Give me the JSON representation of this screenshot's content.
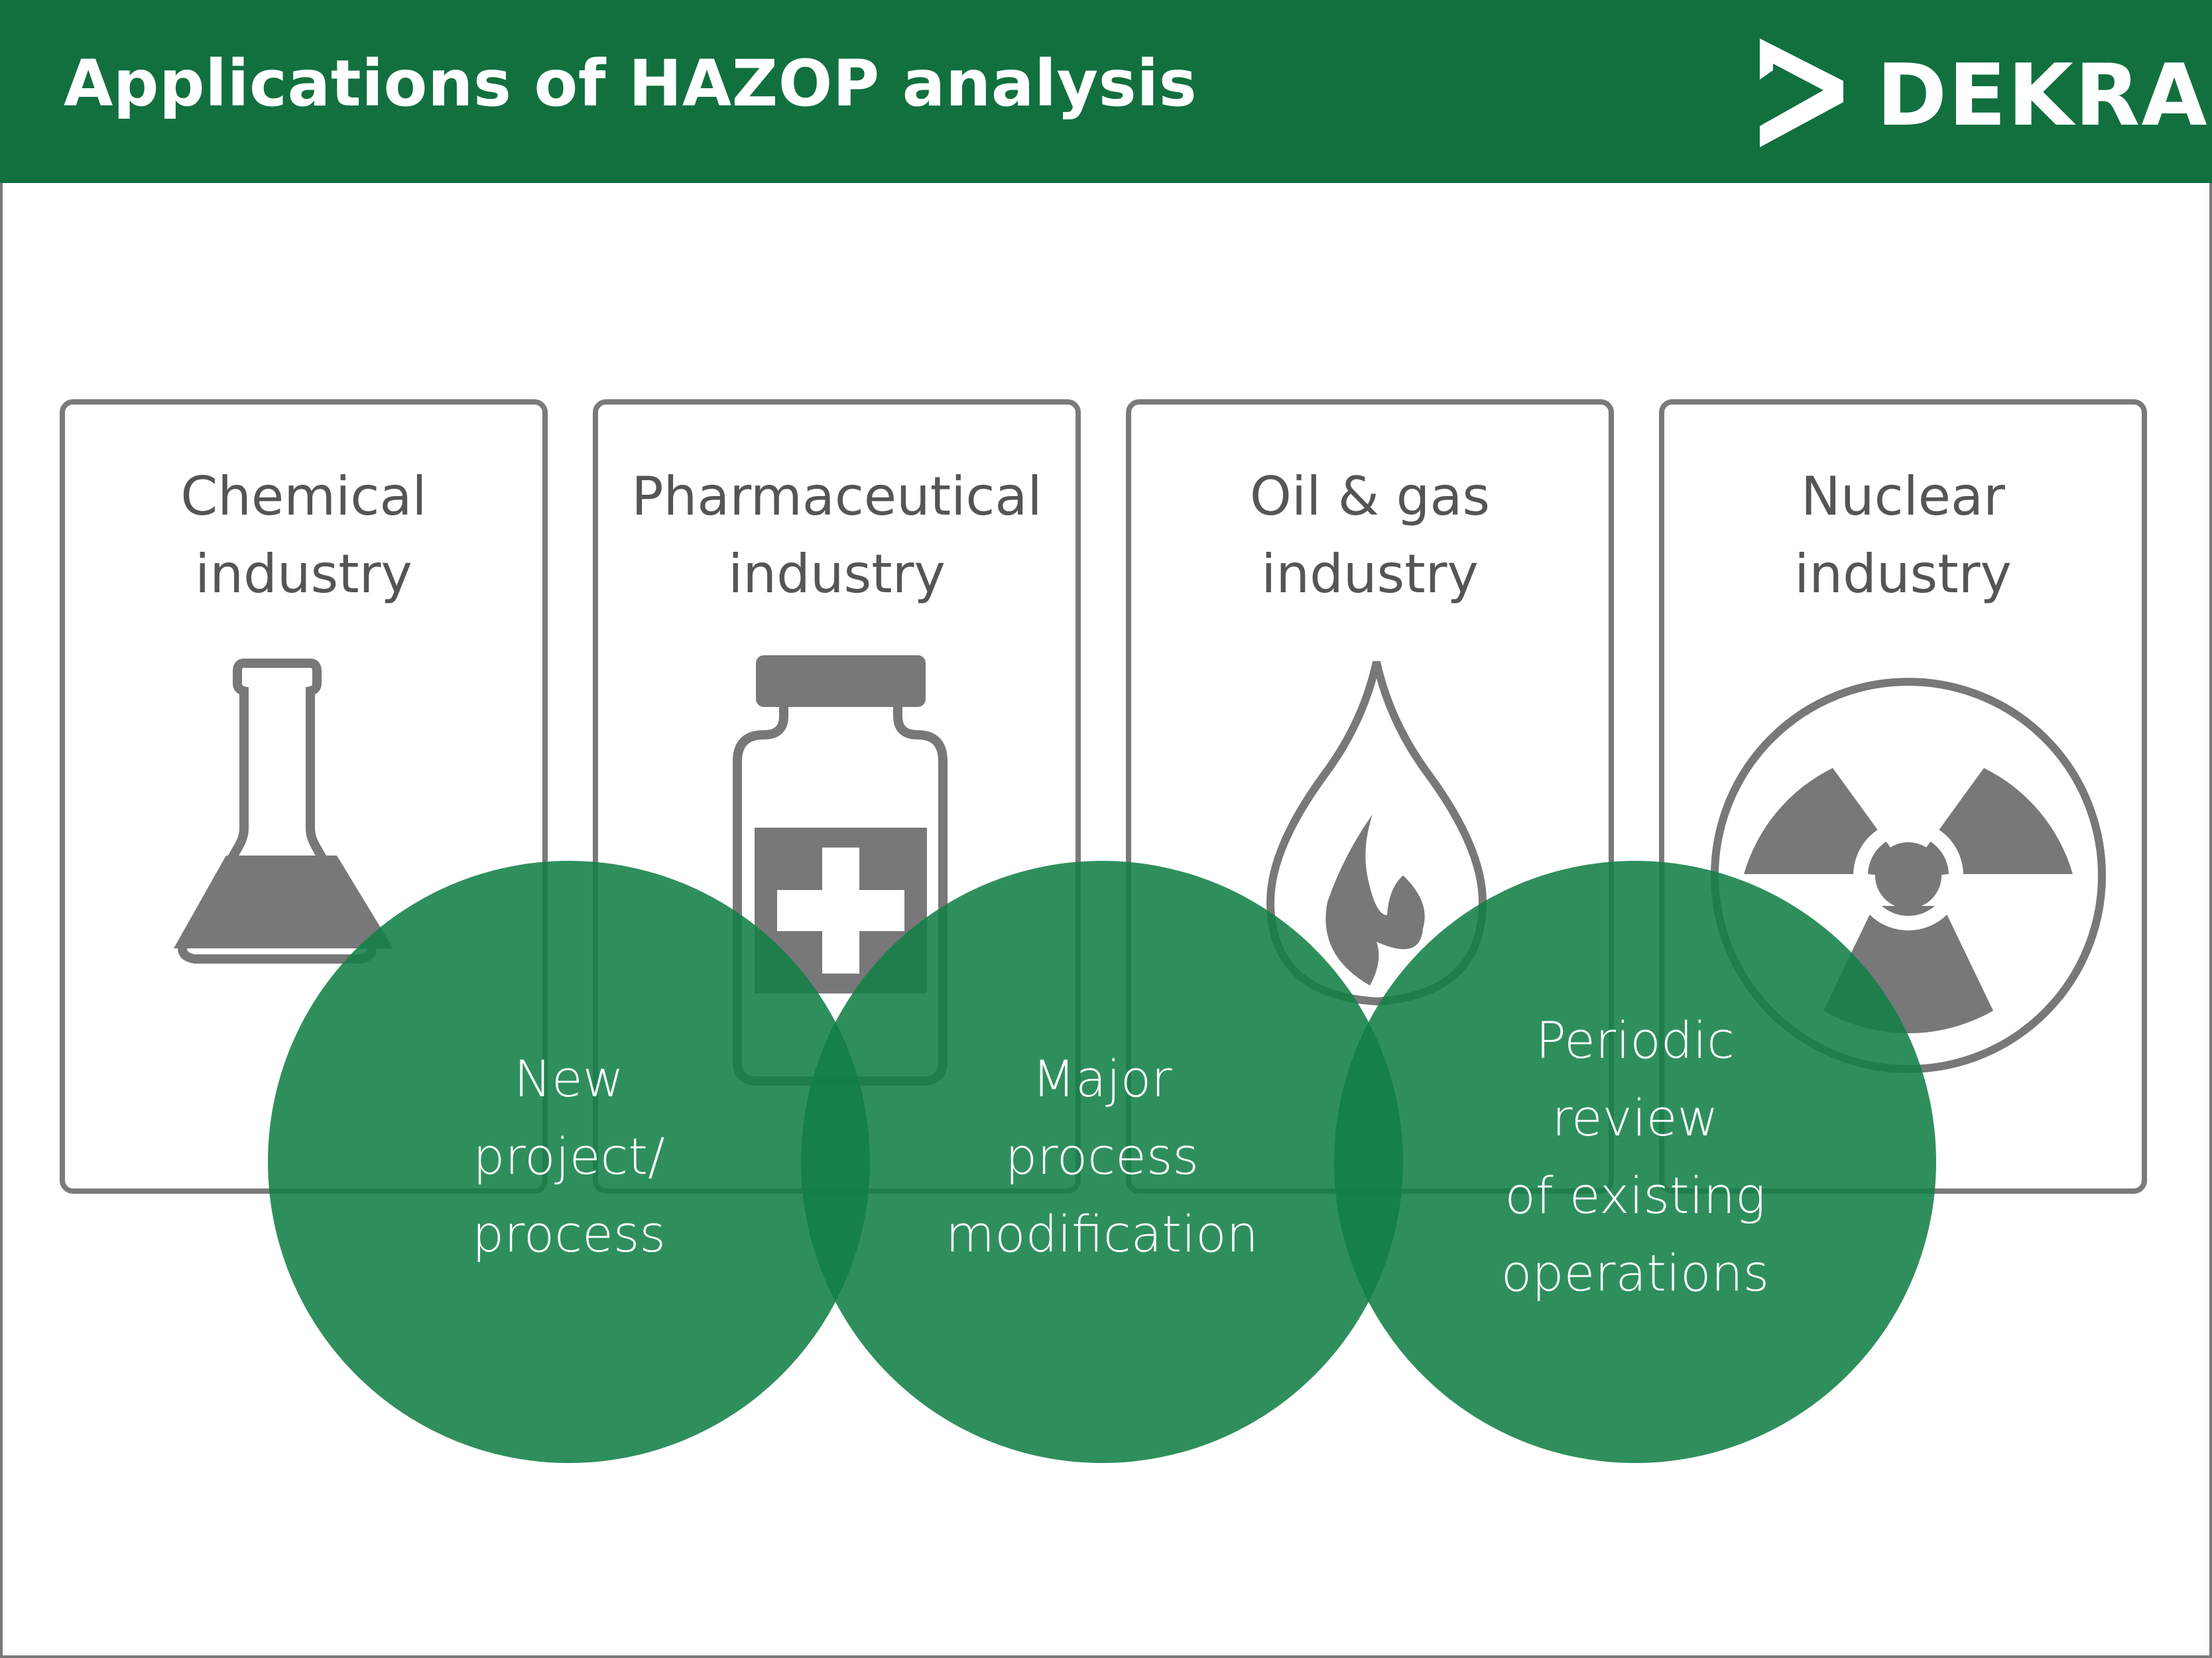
{
  "header": {
    "title": "Applications of HAZOP analysis",
    "logo_text": "DEKRA"
  },
  "colors": {
    "header_bg": "#12703f",
    "circle_fill": "#128046",
    "border_gray": "#7a7a7a",
    "icon_gray": "#787878",
    "text_gray": "#555555"
  },
  "industries": [
    {
      "line1": "Chemical",
      "line2": "industry",
      "icon": "flask-icon"
    },
    {
      "line1": "Pharmaceutical",
      "line2": "industry",
      "icon": "medicine-bottle-icon"
    },
    {
      "line1": "Oil & gas",
      "line2": "industry",
      "icon": "flame-drop-icon"
    },
    {
      "line1": "Nuclear",
      "line2": "industry",
      "icon": "radiation-icon"
    }
  ],
  "applications": [
    {
      "lines": [
        "New",
        "project/",
        "process"
      ]
    },
    {
      "lines": [
        "Major",
        "process",
        "modification"
      ]
    },
    {
      "lines": [
        "Periodic",
        "review",
        "of existing",
        "operations"
      ]
    }
  ]
}
